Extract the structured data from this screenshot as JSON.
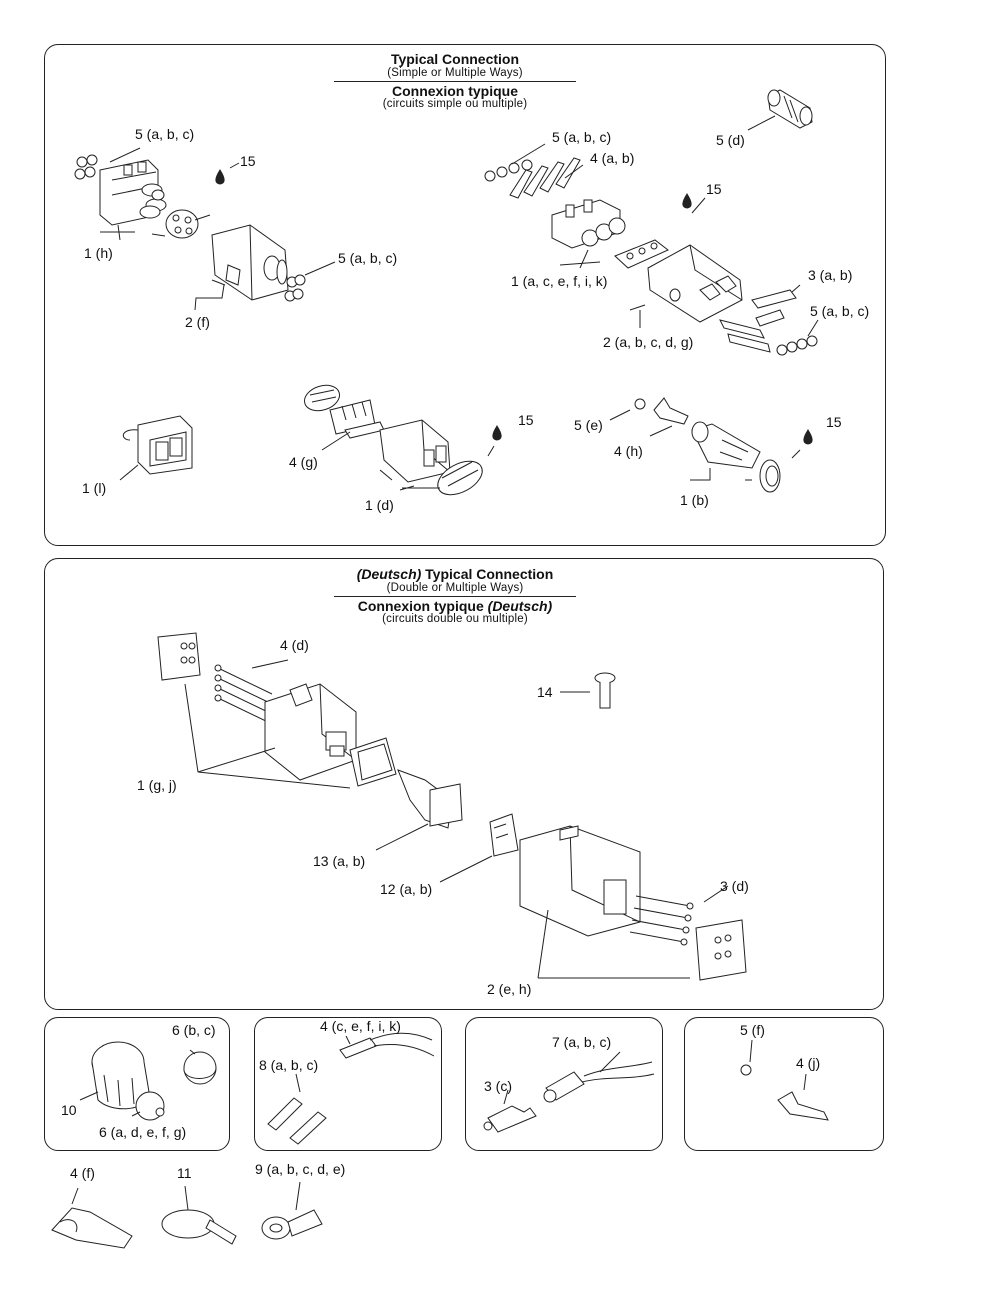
{
  "section1": {
    "title_en": "Typical Connection",
    "subtitle_en": "(Simple or Multiple Ways)",
    "title_fr": "Connexion typique",
    "subtitle_fr": "(circuits simple ou multiple)"
  },
  "section2": {
    "title_en_italic": "(Deutsch)",
    "title_en": "Typical Connection",
    "subtitle_en": "(Double or Multiple Ways)",
    "title_fr": "Connexion typique",
    "title_fr_italic": "(Deutsch)",
    "subtitle_fr": "(circuits double ou multiple)"
  },
  "labels": {
    "s1_5abc_a": "5 (a, b, c)",
    "s1_15_a": "15",
    "s1_1h": "1 (h)",
    "s1_5abc_b": "5 (a, b, c)",
    "s1_2f": "2 (f)",
    "s1_5d": "5 (d)",
    "s1_5abc_c": "5 (a, b, c)",
    "s1_4ab": "4 (a, b)",
    "s1_15_b": "15",
    "s1_1acefik": "1 (a, c, e, f, i, k)",
    "s1_3ab": "3 (a, b)",
    "s1_5abc_d": "5 (a, b, c)",
    "s1_2abcdg": "2 (a, b, c, d, g)",
    "s1_1l": "1 (l)",
    "s1_4g": "4 (g)",
    "s1_15_c": "15",
    "s1_1d": "1 (d)",
    "s1_5e": "5 (e)",
    "s1_4h": "4 (h)",
    "s1_15_d": "15",
    "s1_1b": "1 (b)",
    "s2_4d": "4 (d)",
    "s2_14": "14",
    "s2_1gj": "1 (g, j)",
    "s2_13ab": "13 (a, b)",
    "s2_12ab": "12 (a, b)",
    "s2_3d": "3 (d)",
    "s2_2eh": "2 (e, h)",
    "b1_6bc": "6 (b, c)",
    "b1_10": "10",
    "b1_6adefg": "6 (a, d, e, f, g)",
    "b2_4cefik": "4 (c, e, f, i, k)",
    "b2_8abc": "8 (a, b, c)",
    "b3_7abc": "7 (a, b, c)",
    "b3_3c": "3 (c)",
    "b4_5f": "5 (f)",
    "b4_4j": "4 (j)",
    "f_4f": "4 (f)",
    "f_11": "11",
    "f_9abcde": "9 (a, b, c, d, e)"
  }
}
